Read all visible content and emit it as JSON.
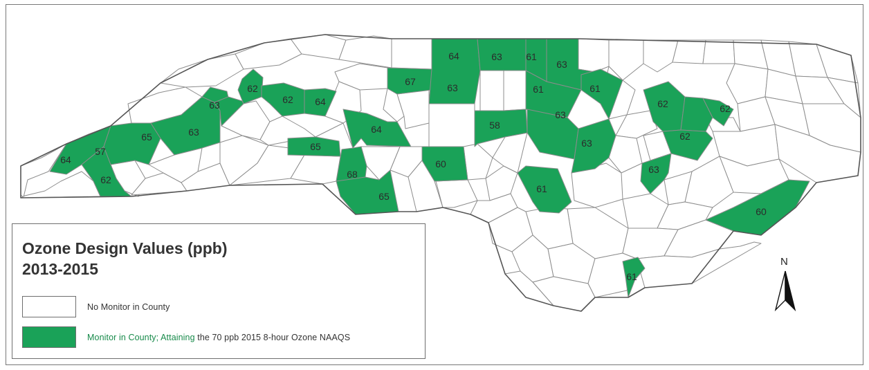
{
  "legend": {
    "title_line1": "Ozone Design Values (ppb)",
    "title_line2": "2013-2015",
    "no_monitor_label": "No Monitor in County",
    "monitor_label_highlight": "Monitor in County; Attaining",
    "monitor_label_rest": " the 70 ppb 2015 8-hour Ozone NAAQS"
  },
  "north_arrow": {
    "letter": "N"
  },
  "colors": {
    "monitor_fill": "#1aa258",
    "no_monitor_fill": "#ffffff",
    "border": "#8c8c8c"
  },
  "design_values": [
    "64",
    "63",
    "61",
    "63",
    "67",
    "63",
    "61",
    "61",
    "62",
    "63",
    "62",
    "64",
    "62",
    "62",
    "63",
    "58",
    "63",
    "64",
    "65",
    "63",
    "62",
    "57",
    "65",
    "64",
    "62",
    "68",
    "60",
    "65",
    "63",
    "61",
    "60",
    "61"
  ]
}
